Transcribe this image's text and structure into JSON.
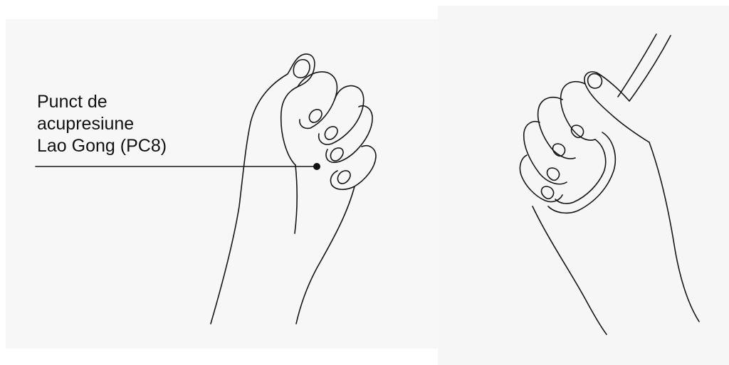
{
  "annotation": {
    "lines": [
      "Punct de",
      "acupresiune",
      "Lao Gong (PC8)"
    ]
  },
  "illustrations": {
    "left": "hand-fist-acupressure-point",
    "right": "hand-gripping-handle"
  },
  "colors": {
    "stroke": "#161616",
    "background_left": "#f7f7f7",
    "background_right": "#f6f6f6"
  }
}
